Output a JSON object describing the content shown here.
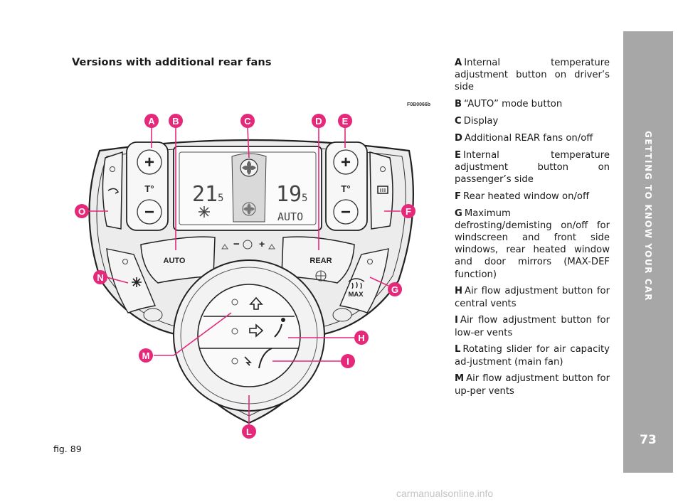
{
  "heading": "Versions with additional rear fans",
  "figure_code": "F0B0066b",
  "figure_label": "fig. 89",
  "sidebar": {
    "title": "GETTING TO KNOW YOUR CAR",
    "page_number": "73"
  },
  "watermark": "carmanualsonline.info",
  "panel": {
    "temp_left": "21",
    "temp_left_decimal": "5",
    "temp_right": "19",
    "temp_right_decimal": "5",
    "auto_display": "AUTO",
    "temp_label_left": "T°",
    "temp_label_right": "T°",
    "auto_button": "AUTO",
    "rear_button": "REAR",
    "max_label": "MAX",
    "plus": "+",
    "minus": "−"
  },
  "markers": [
    "A",
    "B",
    "C",
    "D",
    "E",
    "F",
    "G",
    "H",
    "I",
    "L",
    "M",
    "N",
    "O"
  ],
  "accent_color": "#e6287a",
  "legend": [
    {
      "letter": "A",
      "text": "Internal temperature adjustment button on driver’s side"
    },
    {
      "letter": "B",
      "text": "“AUTO” mode button"
    },
    {
      "letter": "C",
      "text": "Display"
    },
    {
      "letter": "D",
      "text": "Additional REAR fans on/off"
    },
    {
      "letter": "E",
      "text": "Internal temperature adjustment button on passenger’s side"
    },
    {
      "letter": "F",
      "text": "Rear heated window on/off"
    },
    {
      "letter": "G",
      "text": "Maximum defrosting/demisting on/off for windscreen and front side windows, rear heated window and door mirrors (MAX-DEF function)"
    },
    {
      "letter": "H",
      "text": "Air flow adjustment button for central vents"
    },
    {
      "letter": "I",
      "text": "Air flow adjustment button for low-er vents"
    },
    {
      "letter": "L",
      "text": "Rotating slider for air capacity ad-justment (main fan)"
    },
    {
      "letter": "M",
      "text": "Air flow adjustment button for up-per vents"
    }
  ]
}
